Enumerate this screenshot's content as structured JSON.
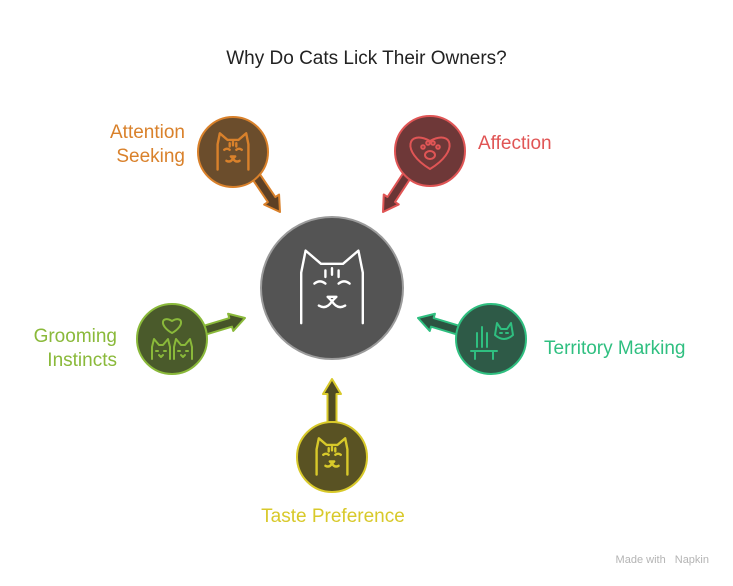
{
  "title": "Why Do Cats Lick Their Owners?",
  "center": {
    "icon": "cat-face-icon",
    "fill": "#545454",
    "stroke": "#9b9b9b"
  },
  "nodes": [
    {
      "key": "attention",
      "label_lines": [
        "Attention",
        "Seeking"
      ],
      "color": "#d9812b",
      "fill": "#6b4d2c",
      "arrow": "#5e4024",
      "icon": "cat-face-icon"
    },
    {
      "key": "affection",
      "label_lines": [
        "Affection"
      ],
      "color": "#e05555",
      "fill": "#6e3838",
      "arrow": "#6a3535",
      "icon": "heart-paw-icon"
    },
    {
      "key": "territory",
      "label_lines": [
        "Territory Marking"
      ],
      "color": "#2fbf80",
      "fill": "#2e5a47",
      "arrow": "#2c5441",
      "icon": "cat-scratching-post-icon"
    },
    {
      "key": "taste",
      "label_lines": [
        "Taste Preference"
      ],
      "color": "#d8c92a",
      "fill": "#595223",
      "arrow": "#4f4a22",
      "icon": "cat-face-icon"
    },
    {
      "key": "grooming",
      "label_lines": [
        "Grooming",
        "Instincts"
      ],
      "color": "#8ab93a",
      "fill": "#4a5a2b",
      "arrow": "#465428",
      "icon": "cats-heart-icon"
    }
  ],
  "watermark": {
    "prefix": "Made with",
    "brand": "Napkin"
  }
}
